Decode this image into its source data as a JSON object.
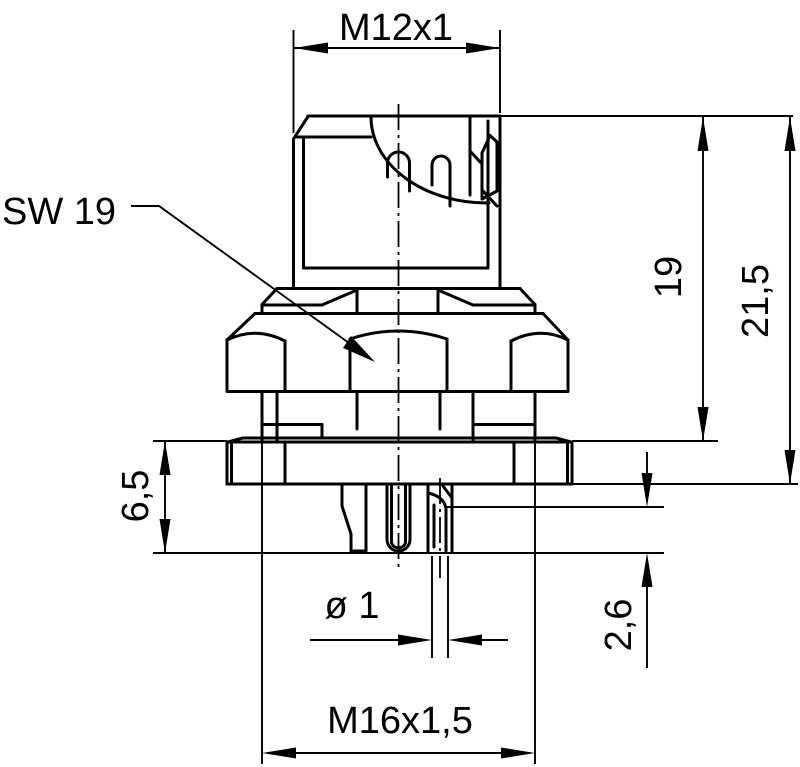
{
  "drawing": {
    "dims": {
      "thread_top": "M12x1",
      "wrench_size": "SW 19",
      "body_height": "19",
      "total_height": "21,5",
      "flange_depth": "6,5",
      "hole_diameter": "ø 1",
      "cup_depth": "2,6",
      "mounting_thread": "M16x1,5"
    },
    "colors": {
      "line": "#000000",
      "background": "#ffffff"
    }
  }
}
